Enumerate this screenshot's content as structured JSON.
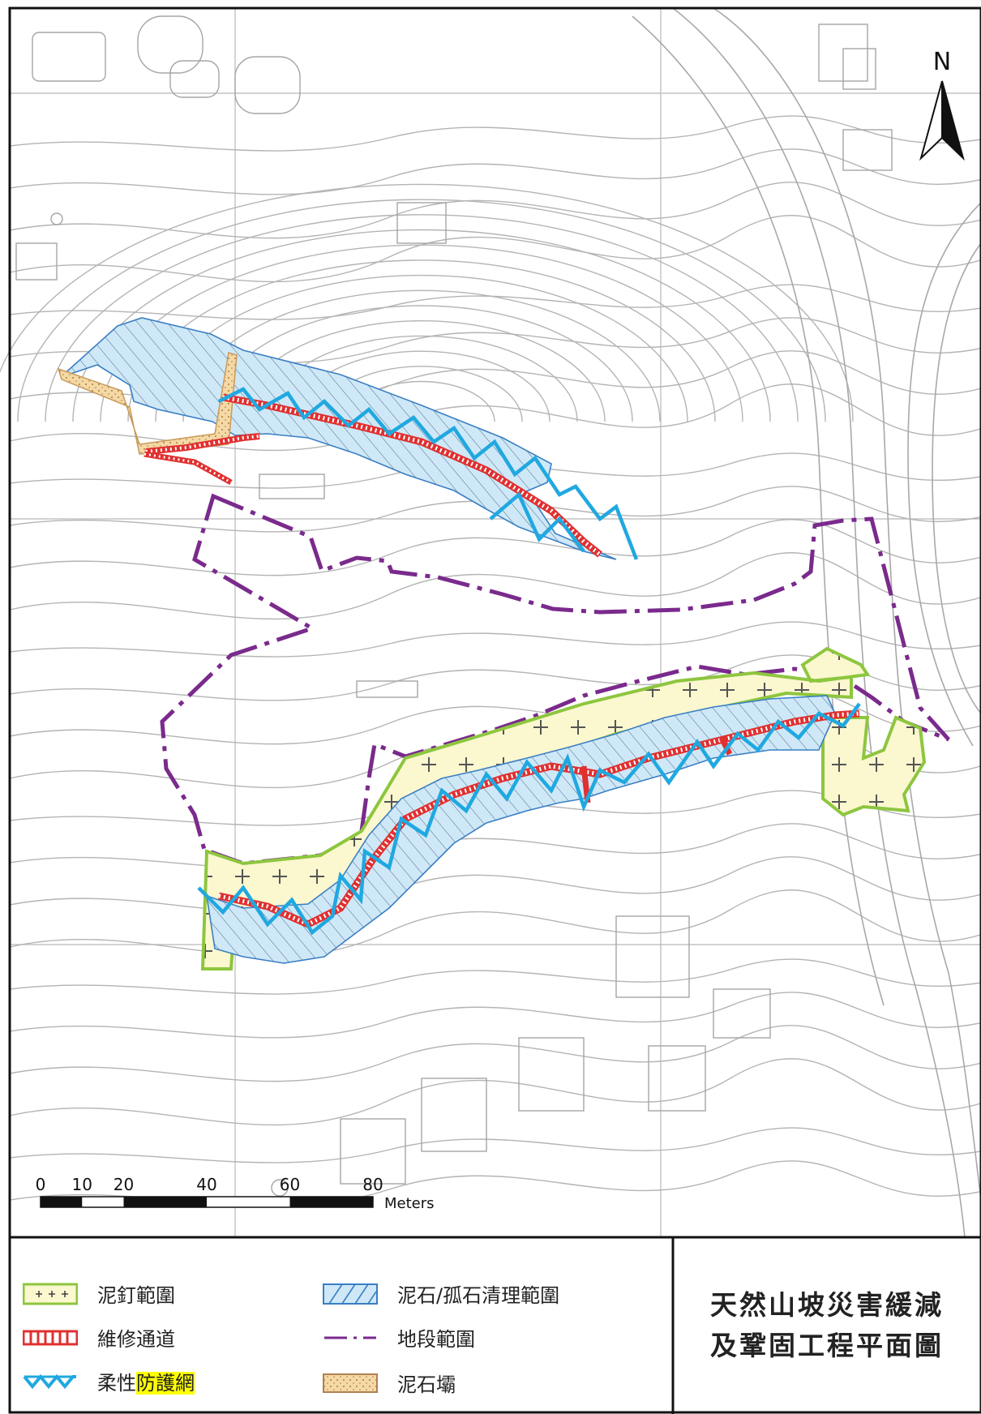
{
  "map": {
    "north_label": "N",
    "scale": {
      "ticks": [
        "0",
        "10",
        "20",
        "40",
        "60",
        "80"
      ],
      "tick_values": [
        0,
        10,
        20,
        40,
        60,
        80
      ],
      "unit": "Meters"
    }
  },
  "legend": {
    "soil_nail": {
      "label": "泥釘範圍",
      "color": "#8dc63f",
      "fill": "#fbf7cf"
    },
    "maintenance_access": {
      "label": "維修通道",
      "color": "#e03030"
    },
    "flexible_barrier": {
      "label_plain": "柔性",
      "label_highlight": "防護網",
      "color": "#20a8e0"
    },
    "boulder_clearance": {
      "label": "泥石/孤石清理範圍",
      "color": "#3a7fc4",
      "fill": "#cfe8f7"
    },
    "lot_boundary": {
      "label": "地段範圍",
      "color": "#7a2a8c"
    },
    "debris_wall": {
      "label": "泥石壩",
      "color": "#f4d9a6"
    }
  },
  "title": {
    "line1": "天然山坡災害緩減",
    "line2": "及鞏固工程平面圖"
  }
}
